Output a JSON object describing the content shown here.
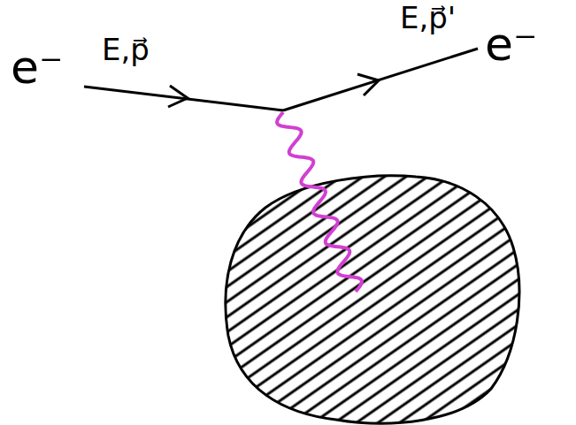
{
  "diagram": {
    "labels": [
      "e⁻",
      "E,p⃗",
      "E,p⃗'",
      "e⁻"
    ]
  }
}
